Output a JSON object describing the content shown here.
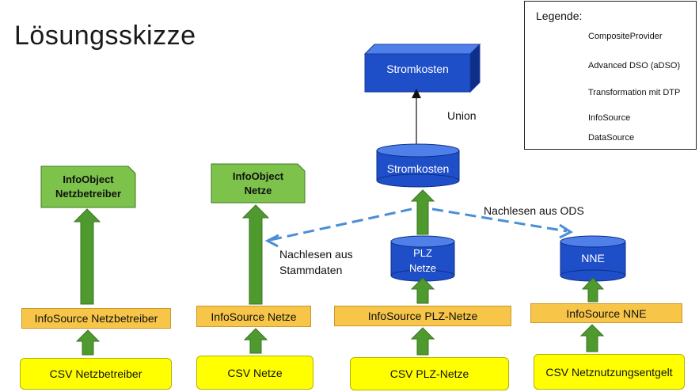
{
  "title": "Lösungsskizze",
  "legend": {
    "title": "Legende:",
    "items": [
      {
        "label": "CompositeProvider",
        "icon": "cube-icon"
      },
      {
        "label": "Advanced DSO (aDSO)",
        "icon": "cylinder-icon"
      },
      {
        "label": "Transformation mit DTP",
        "icon": "arrow-icon"
      },
      {
        "label": "InfoSource",
        "icon": "infosource-swatch"
      },
      {
        "label": "DataSource",
        "icon": "datasource-swatch"
      }
    ]
  },
  "composite_provider": {
    "label": "Stromkosten"
  },
  "union_label": "Union",
  "adso": {
    "stromkosten": "Stromkosten",
    "plz_line1": "PLZ",
    "plz_line2": "Netze",
    "nne": "NNE"
  },
  "infoobjects": [
    {
      "line1": "InfoObject",
      "line2": "Netzbetreiber"
    },
    {
      "line1": "InfoObject",
      "line2": "Netze"
    }
  ],
  "infosources": [
    "InfoSource Netzbetreiber",
    "InfoSource Netze",
    "InfoSource PLZ-Netze",
    "InfoSource NNE"
  ],
  "datasources": [
    "CSV Netzbetreiber",
    "CSV Netze",
    "CSV PLZ-Netze",
    "CSV Netznutzungsentgelt"
  ],
  "notes": {
    "nachlesen_ods": "Nachlesen aus ODS",
    "nachlesen_stamm_line1": "Nachlesen aus",
    "nachlesen_stamm_line2": "Stammdaten"
  },
  "colors": {
    "blue": "#1f4fc8",
    "blue_dark": "#0d2f8a",
    "green": "#4f9a2e",
    "infoobject_green": "#7cc24b",
    "infosource": "#f7c548",
    "datasource": "#ffff00",
    "dashed": "#4a8fd6"
  }
}
